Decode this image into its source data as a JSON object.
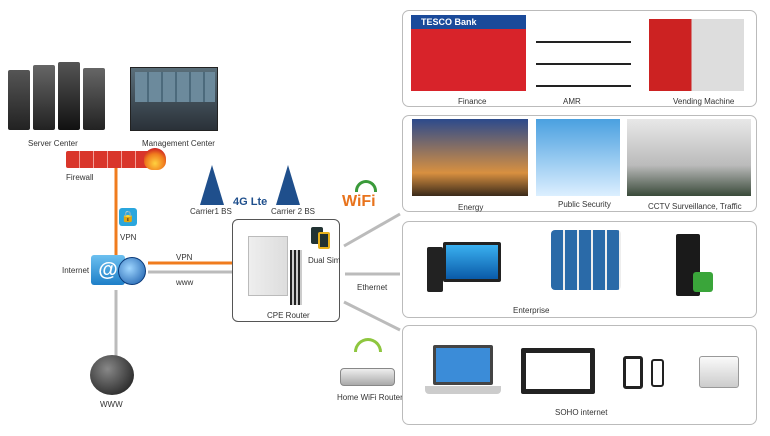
{
  "left": {
    "server_center": "Server Center",
    "management_center": "Management Center",
    "firewall": "Firewall",
    "vpn_lock": "VPN",
    "internet": "Internet",
    "www": "WWW"
  },
  "links": {
    "vpn": "VPN",
    "www": "www",
    "ethernet": "Ethernet"
  },
  "carriers": {
    "carrier1": "Carrier1 BS",
    "carrier2": "Carrier 2 BS",
    "lte_logo": "4G Lte",
    "wifi_logo": "WiFi"
  },
  "cpe": {
    "label": "CPE Router",
    "dual_sim": "Dual Sim"
  },
  "home_router": "Home WiFi Router",
  "panels": {
    "row1": [
      "Finance",
      "AMR",
      "Vending Machine"
    ],
    "row2": [
      "Energy",
      "Public Security",
      "CCTV Surveillance, Traffic"
    ],
    "row3": "Enterprise",
    "row4": "SOHO internet"
  },
  "finance_sign": "TESCO Bank",
  "colors": {
    "vpn_line": "#f07c1e",
    "www_line": "#bbbbbb",
    "wifi_orange": "#e8731c",
    "wifi_green": "#3a9a3a",
    "internet_blue": "#1e7fc8"
  }
}
